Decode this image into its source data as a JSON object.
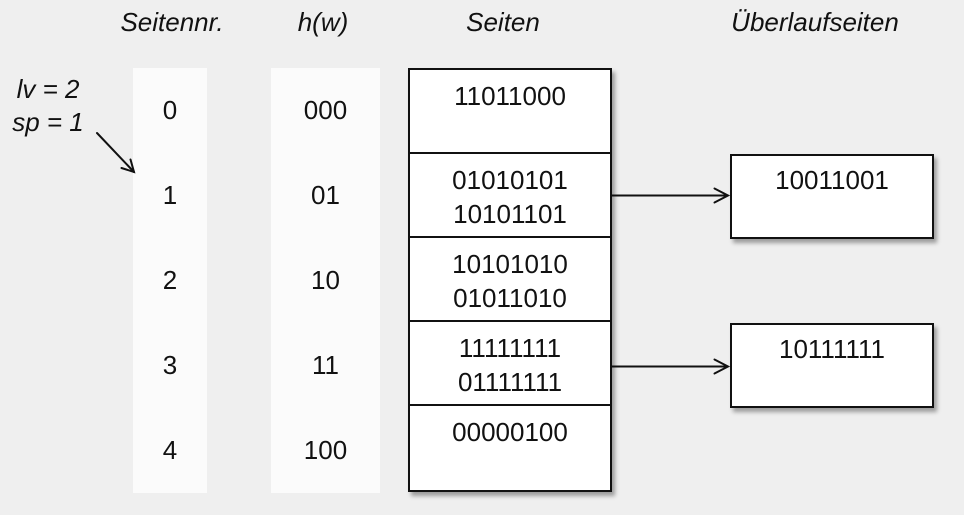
{
  "diagram": {
    "headers": {
      "page_no": "Seitennr.",
      "hash": "h(w)",
      "pages": "Seiten",
      "overflow": "Überlaufseiten"
    },
    "annotation": {
      "line1": "lv = 2",
      "line2": "sp = 1"
    },
    "rows": [
      {
        "page_no": "0",
        "hash": "000",
        "values": [
          "11011000"
        ]
      },
      {
        "page_no": "1",
        "hash": "01",
        "values": [
          "01010101",
          "10101101"
        ],
        "overflow": "10011001"
      },
      {
        "page_no": "2",
        "hash": "10",
        "values": [
          "10101010",
          "01011010"
        ]
      },
      {
        "page_no": "3",
        "hash": "11",
        "values": [
          "11111111",
          "01111111"
        ],
        "overflow": "10111111"
      },
      {
        "page_no": "4",
        "hash": "100",
        "values": [
          "00000100"
        ]
      }
    ],
    "colors": {
      "background": "#efefef",
      "strip": "#fbfbfb",
      "box_fill": "#ffffff",
      "line": "#111111"
    }
  }
}
